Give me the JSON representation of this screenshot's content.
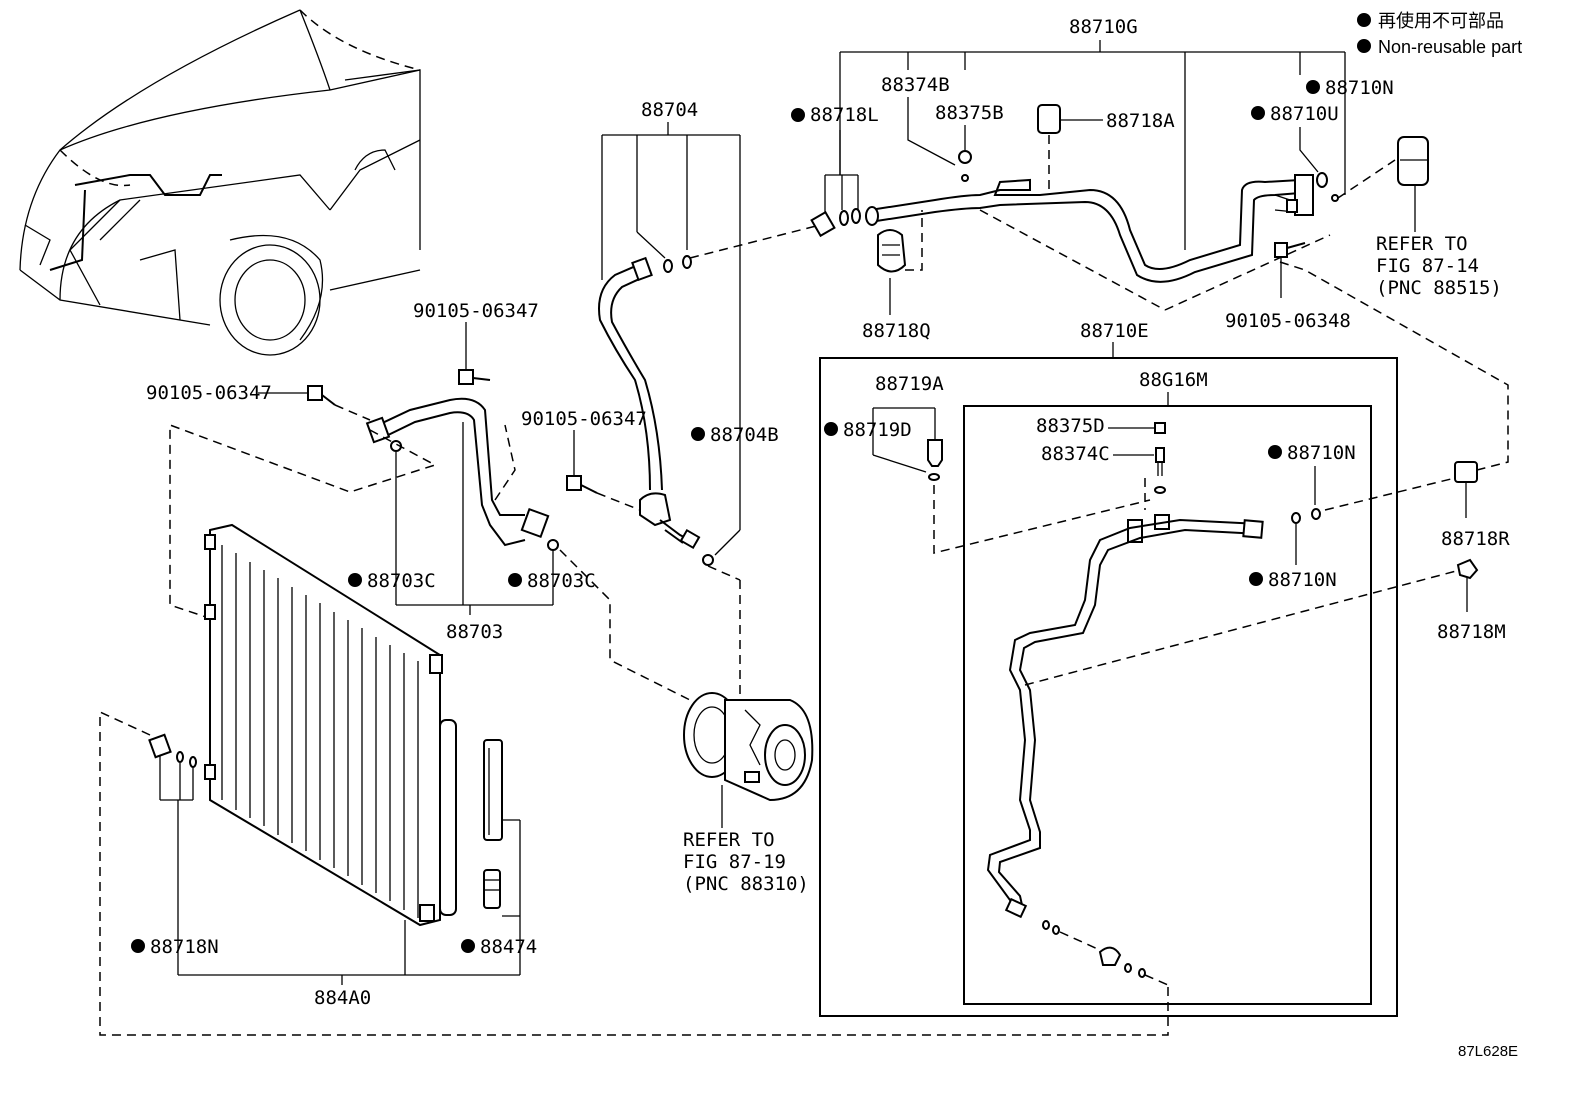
{
  "legend": {
    "line_jp": "再使用不可部品",
    "line_en": "Non-reusable part"
  },
  "labels": {
    "p88710G": "88710G",
    "p88374B": "88374B",
    "p88375B": "88375B",
    "p88718L": "88718L",
    "p88718A": "88718A",
    "p88710U": "88710U",
    "p88710N_top": "88710N",
    "p88704": "88704",
    "p88704B": "88704B",
    "p88718Q": "88718Q",
    "p90105_06348": "90105-06348",
    "p90105_06347_a": "90105-06347",
    "p90105_06347_b": "90105-06347",
    "p90105_06347_c": "90105-06347",
    "p88703C_left": "88703C",
    "p88703C_right": "88703C",
    "p88703": "88703",
    "p88710E": "88710E",
    "p88719A": "88719A",
    "p88719D": "88719D",
    "p88G16M": "88G16M",
    "p88375D": "88375D",
    "p88374C": "88374C",
    "p88710N_mid": "88710N",
    "p88710N_low": "88710N",
    "p88718R": "88718R",
    "p88718M": "88718M",
    "p88718N": "88718N",
    "p88474": "88474",
    "p884A0": "884A0"
  },
  "refer_top": {
    "line1": "REFER TO",
    "line2": "FIG 87-14",
    "line3": "(PNC 88515)"
  },
  "refer_bottom": {
    "line1": "REFER TO",
    "line2": "FIG 87-19",
    "line3": "(PNC 88310)"
  },
  "footer": {
    "code": "87L628E"
  }
}
